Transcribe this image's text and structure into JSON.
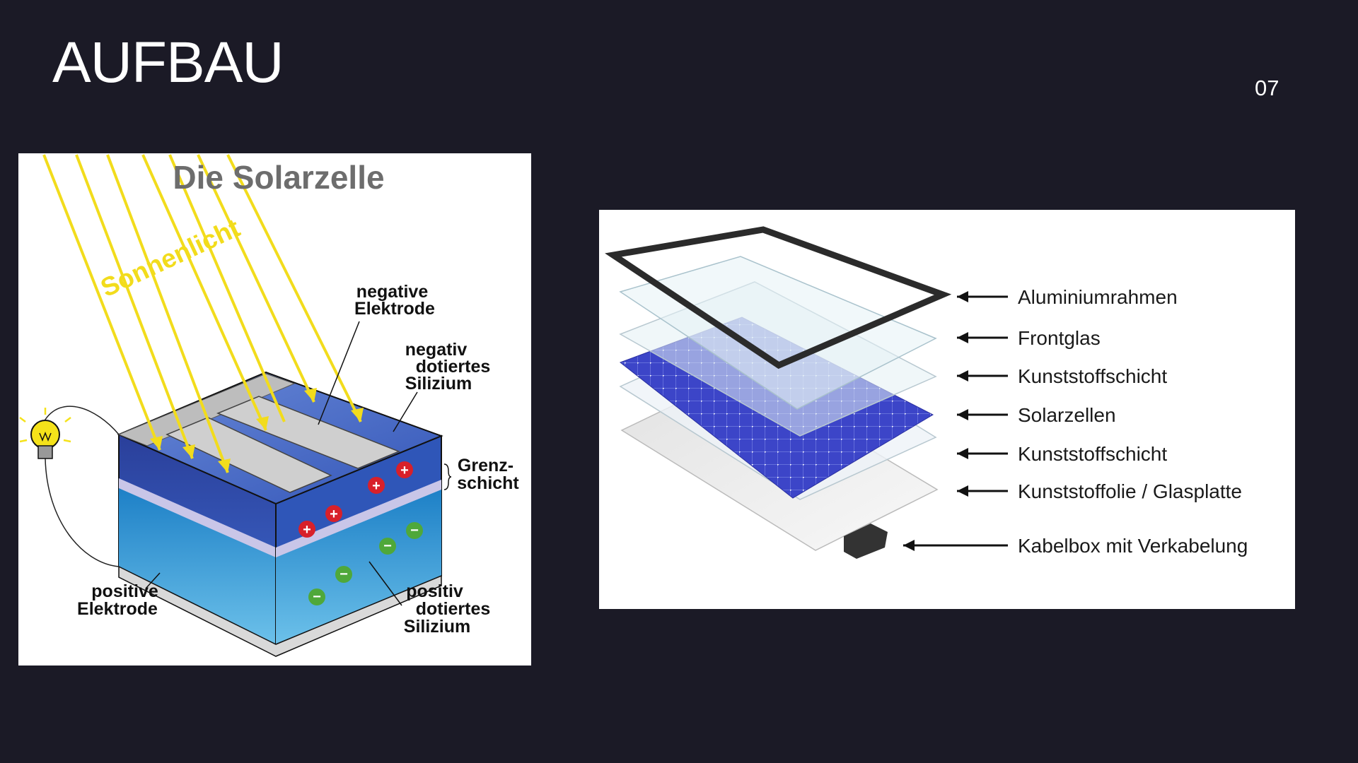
{
  "slide": {
    "title": "AUFBAU",
    "page_number": "07"
  },
  "solar_cell": {
    "heading": "Die Solarzelle",
    "sunlight": "Sonnenlicht",
    "negative_electrode": [
      "negative",
      "Elektrode"
    ],
    "negative_silicon": [
      "negativ",
      "dotiertes",
      "Silizium"
    ],
    "junction": [
      "Grenz-",
      "schicht"
    ],
    "positive_electrode": [
      "positive",
      "Elektrode"
    ],
    "positive_silicon": [
      "positiv",
      "dotiertes",
      "Silizium"
    ],
    "icons": [
      "light-bulb-icon",
      "plus-charge-icon",
      "minus-charge-icon"
    ],
    "colors": {
      "sunlight": "#f2dc1c",
      "n_layer": "#2f56b8",
      "p_layer": "#2a8fd0",
      "plus": "#d8202a",
      "minus": "#4fa83a"
    }
  },
  "module": {
    "layers": [
      "Aluminiumrahmen",
      "Frontglas",
      "Kunststoffschicht",
      "Solarzellen",
      "Kunststoffschicht",
      "Kunststoffolie / Glasplatte",
      "Kabelbox mit Verkabelung"
    ],
    "colors": {
      "cells": "#3c45c8",
      "frame": "#2b2b2b"
    }
  }
}
